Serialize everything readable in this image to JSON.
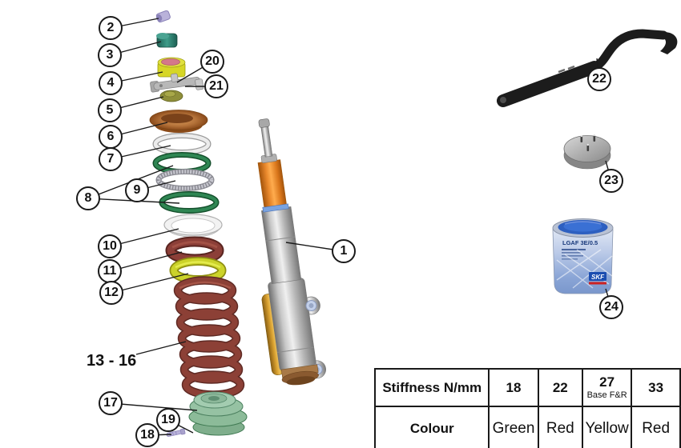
{
  "callouts": [
    {
      "label": "1"
    },
    {
      "label": "2"
    },
    {
      "label": "3"
    },
    {
      "label": "4"
    },
    {
      "label": "5"
    },
    {
      "label": "6"
    },
    {
      "label": "7"
    },
    {
      "label": "8"
    },
    {
      "label": "9"
    },
    {
      "label": "10"
    },
    {
      "label": "11"
    },
    {
      "label": "12"
    },
    {
      "label": "13 - 16"
    },
    {
      "label": "17"
    },
    {
      "label": "18"
    },
    {
      "label": "19"
    },
    {
      "label": "20"
    },
    {
      "label": "21"
    },
    {
      "label": "22"
    },
    {
      "label": "23"
    },
    {
      "label": "24"
    }
  ],
  "table": {
    "stiffness_header": "Stiffness N/mm",
    "colour_header": "Colour",
    "columns": [
      {
        "stiffness": "18",
        "note": "",
        "colour": "Green"
      },
      {
        "stiffness": "22",
        "note": "",
        "colour": "Red"
      },
      {
        "stiffness": "27",
        "note": "Base F&R",
        "colour": "Yellow"
      },
      {
        "stiffness": "33",
        "note": "",
        "colour": "Red"
      }
    ]
  },
  "grease_can": {
    "title": "LGAF 3E/0.5",
    "brand": "SKF"
  },
  "colors": {
    "spring_red": "#8c4036",
    "seat_yellow": "#ccd32a",
    "seal_green": "#1e6b3c",
    "boot_green": "#8cbb99",
    "tube_orange": "#e8872b",
    "wrench_black": "#1c1c1c",
    "can_blue": "#2d5fc0",
    "table_border": "#1a1a1a"
  }
}
